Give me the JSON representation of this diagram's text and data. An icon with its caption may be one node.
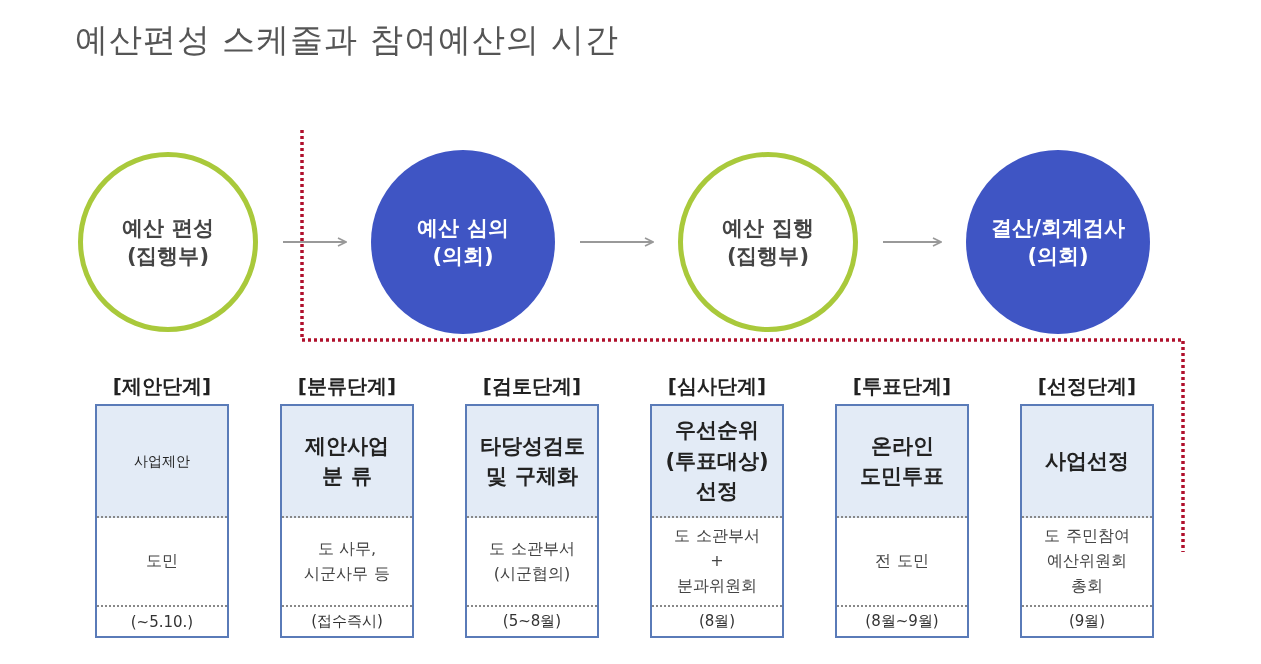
{
  "diagram": {
    "title": "예산편성 스케줄과 참여예산의 시간",
    "nodes": [
      {
        "text": [
          "예산 편성",
          "(집행부)"
        ]
      },
      {
        "text": [
          "예산 심의",
          "(의회)"
        ]
      },
      {
        "text": [
          "예산 집행",
          "(집행부)"
        ]
      },
      {
        "text": [
          "결산/회계검사",
          "(의회)"
        ]
      },
      {
        "text": [
          "[제안단계]",
          "사업제안",
          "도민",
          "(~5.10.)"
        ]
      },
      {
        "text": [
          "[분류단계]",
          "제안사업 분 류",
          "도 사무, 시군사무 등",
          "(접수즉시)"
        ]
      },
      {
        "text": [
          "[검토단계]",
          "타당성검토 및 구체화",
          "도 소관부서 (시군협의)",
          "(5~8월)"
        ]
      },
      {
        "text": [
          "[심사단계]",
          "우선순위 (투표대상) 선정",
          "도 소관부서 + 분과위원회",
          "(8월)"
        ]
      },
      {
        "text": [
          "[투표단계]",
          "온라인 도민투표",
          "전 도민",
          "(8월~9월)"
        ]
      },
      {
        "text": [
          "[선정단계]",
          "사업선정",
          "도 주민참여 예산위원회 총회",
          "(9월)"
        ]
      }
    ],
    "edges": [
      {
        "from": 0,
        "to": 1,
        "arrow": "to"
      },
      {
        "from": 1,
        "to": 2,
        "arrow": "to"
      },
      {
        "from": 2,
        "to": 3,
        "arrow": "to"
      }
    ]
  }
}
